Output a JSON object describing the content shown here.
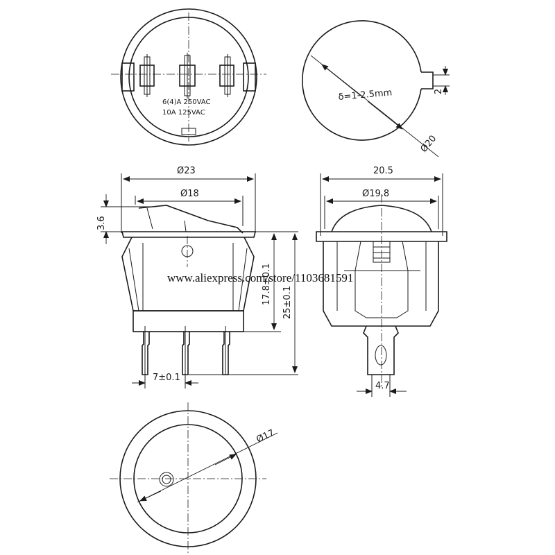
{
  "top_view": {
    "rating_line1": "6(4)A 250VAC",
    "rating_line2": "10A 125VAC"
  },
  "cutout": {
    "thickness_label": "δ=1-2.5mm",
    "diameter_label": "Ø20",
    "key_label": "2"
  },
  "front_view": {
    "outer_diameter": "Ø23",
    "inner_diameter": "Ø18",
    "rocker_height": "3.6",
    "body_height": "17.8±0.1",
    "total_height": "25±0.1",
    "pin_pitch": "7±0.1"
  },
  "side_view": {
    "width": "20.5",
    "inner_diameter": "Ø19.8",
    "terminal_width": "4.7"
  },
  "bottom_view": {
    "diameter": "Ø17"
  },
  "watermark": "www.aliexpress.com/store/1103681591"
}
